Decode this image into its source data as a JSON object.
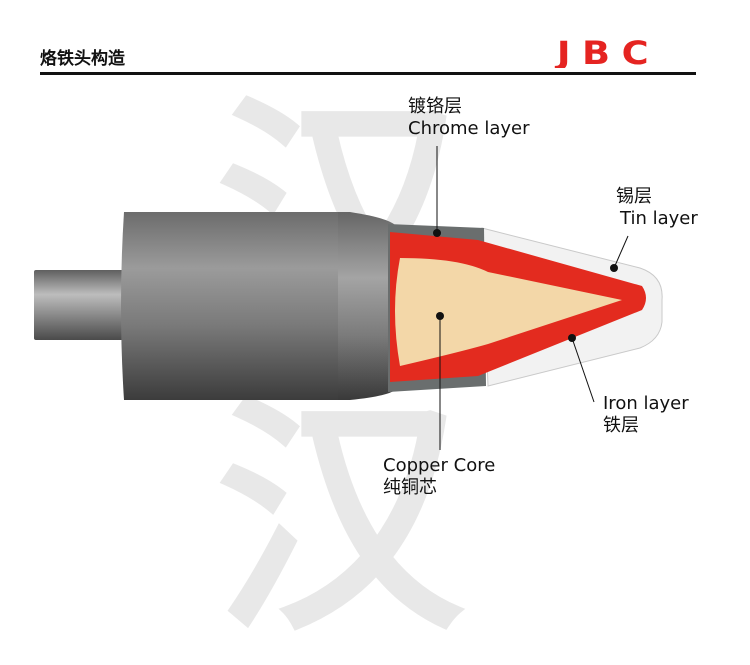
{
  "header": {
    "title": "烙铁头构造",
    "logo_text": "JBC"
  },
  "watermark": {
    "char_top": "汉",
    "char_bottom": "汉"
  },
  "labels": {
    "chrome": {
      "zh": "镀铬层",
      "en": "Chrome layer"
    },
    "tin": {
      "zh": "锡层",
      "en": "Tin layer"
    },
    "iron": {
      "en": "Iron layer",
      "zh": "铁层"
    },
    "copper": {
      "en": "Copper Core",
      "zh": "纯铜芯"
    }
  },
  "colors": {
    "logo_red": "#e52421",
    "iron_red": "#e32b1f",
    "copper": "#f3d7a8",
    "chrome": "#6a6e6e",
    "tin": "#f2f2f2",
    "body_gray": "#7d7d7d"
  }
}
